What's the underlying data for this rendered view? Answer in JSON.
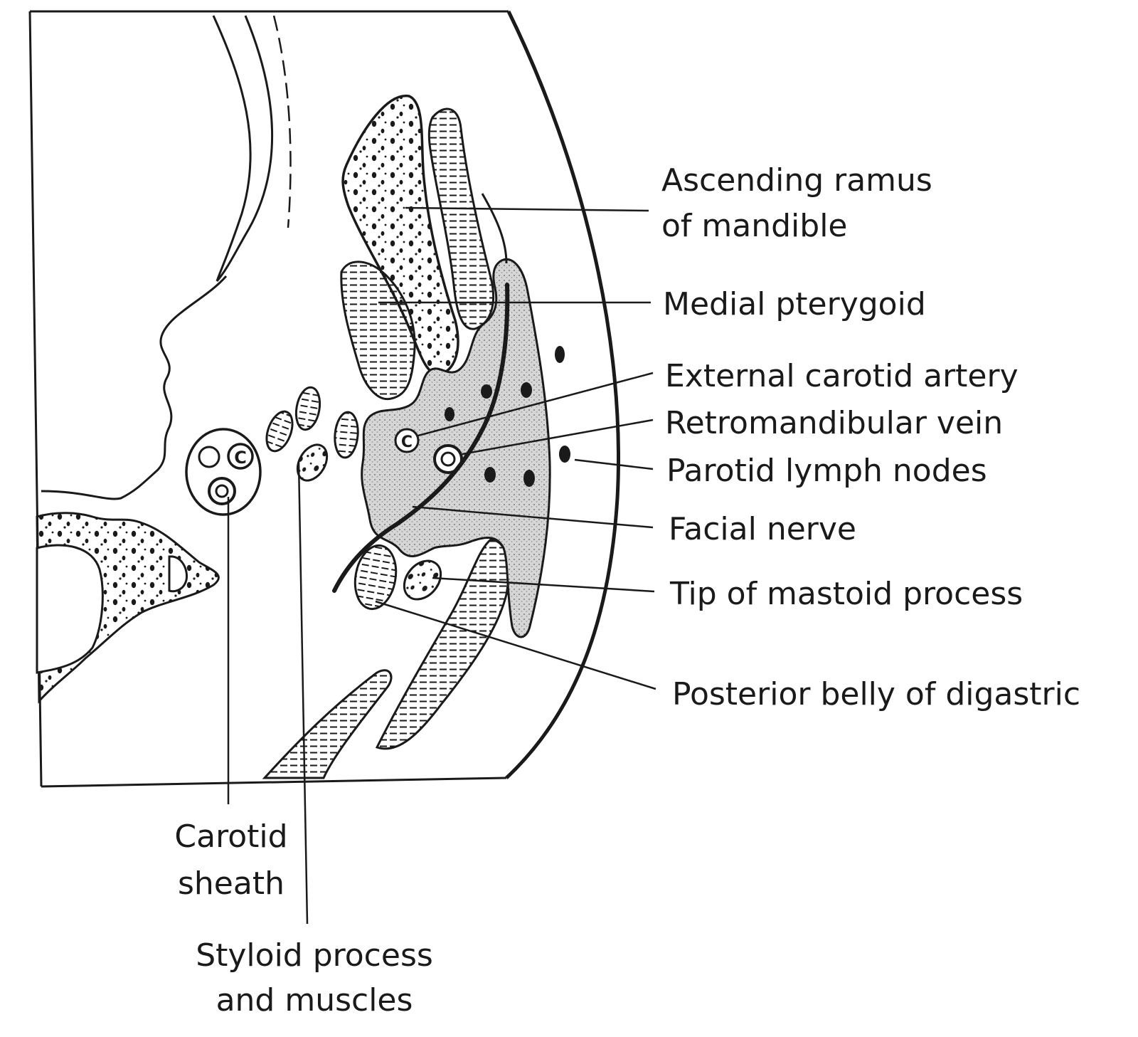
{
  "figure": {
    "structures": [
      {
        "id": "ascending-ramus",
        "lines": [
          "Ascending ramus",
          "of mandible"
        ]
      },
      {
        "id": "medial-pterygoid",
        "lines": [
          "Medial pterygoid"
        ]
      },
      {
        "id": "external-carotid",
        "lines": [
          "External carotid artery"
        ]
      },
      {
        "id": "retromandibular-vein",
        "lines": [
          "Retromandibular vein"
        ]
      },
      {
        "id": "parotid-lymph-nodes",
        "lines": [
          "Parotid lymph nodes"
        ]
      },
      {
        "id": "facial-nerve",
        "lines": [
          "Facial nerve"
        ]
      },
      {
        "id": "mastoid-tip",
        "lines": [
          "Tip of mastoid process"
        ]
      },
      {
        "id": "digastric-posterior",
        "lines": [
          "Posterior belly of digastric"
        ]
      },
      {
        "id": "carotid-sheath",
        "lines": [
          "Carotid",
          "sheath"
        ]
      },
      {
        "id": "styloid",
        "lines": [
          "Styloid process",
          "and muscles"
        ]
      }
    ],
    "vessel_mark": "C",
    "colors": {
      "ink": "#1a1a1a",
      "gland_fill": "#c9c9c9",
      "background": "#ffffff"
    }
  }
}
